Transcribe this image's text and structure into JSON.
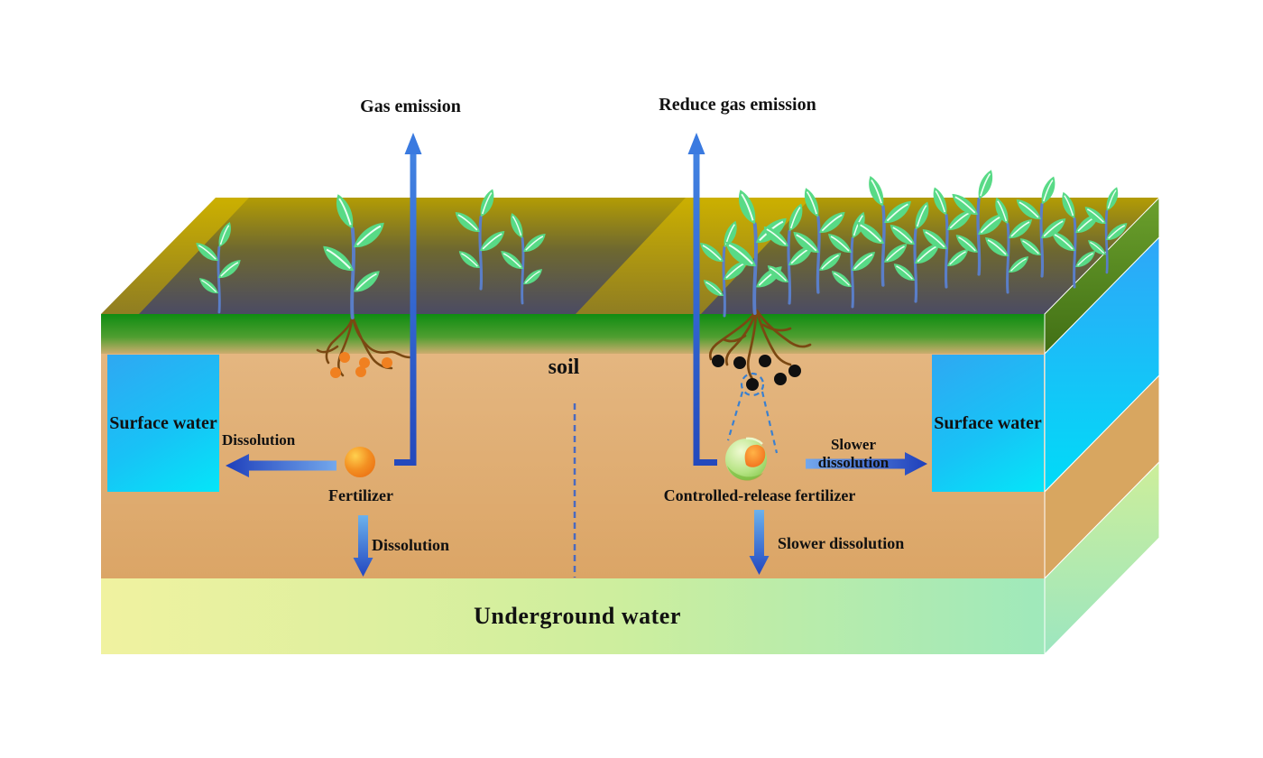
{
  "figure": {
    "type": "soil-fertilizer-comparison-diagram",
    "left_scenario": "conventional fertilizer",
    "right_scenario": "controlled-release fertilizer"
  },
  "labels": {
    "gas_emission": "Gas emission",
    "reduce_gas_emission": "Reduce gas emission",
    "soil": "soil",
    "surface_water_left": "Surface water",
    "surface_water_right": "Surface water",
    "dissolution_side": "Dissolution",
    "fertilizer": "Fertilizer",
    "dissolution_down": "Dissolution",
    "controlled_release_fertilizer": "Controlled-release fertilizer",
    "slower_line1": "Slower",
    "slower_line2": "dissolution",
    "slower_dissolution_down": "Slower dissolution",
    "underground_water": "Underground water"
  },
  "colors": {
    "text_black": "#111111",
    "arrow_blue_dark": "#1e3fbb",
    "arrow_blue_light": "#74a8ec",
    "pipe_blue": "#2f5ecf",
    "surface_water_cyan": "#16c8f6",
    "soil_tan": "#e0b078",
    "grass_green": "#149114",
    "underground_green": "#bdeca8",
    "plot_dark": "#4b4b63",
    "field_yellow": "#c4a800",
    "fertilizer_orange": "#f08020",
    "crf_shell_green": "#8cd44e",
    "crf_core_orange": "#ef6a12",
    "granule_black": "#101010",
    "root_brown": "#7a4812",
    "leaf_green": "#58da86",
    "stem_blue": "#5a7ec8"
  }
}
